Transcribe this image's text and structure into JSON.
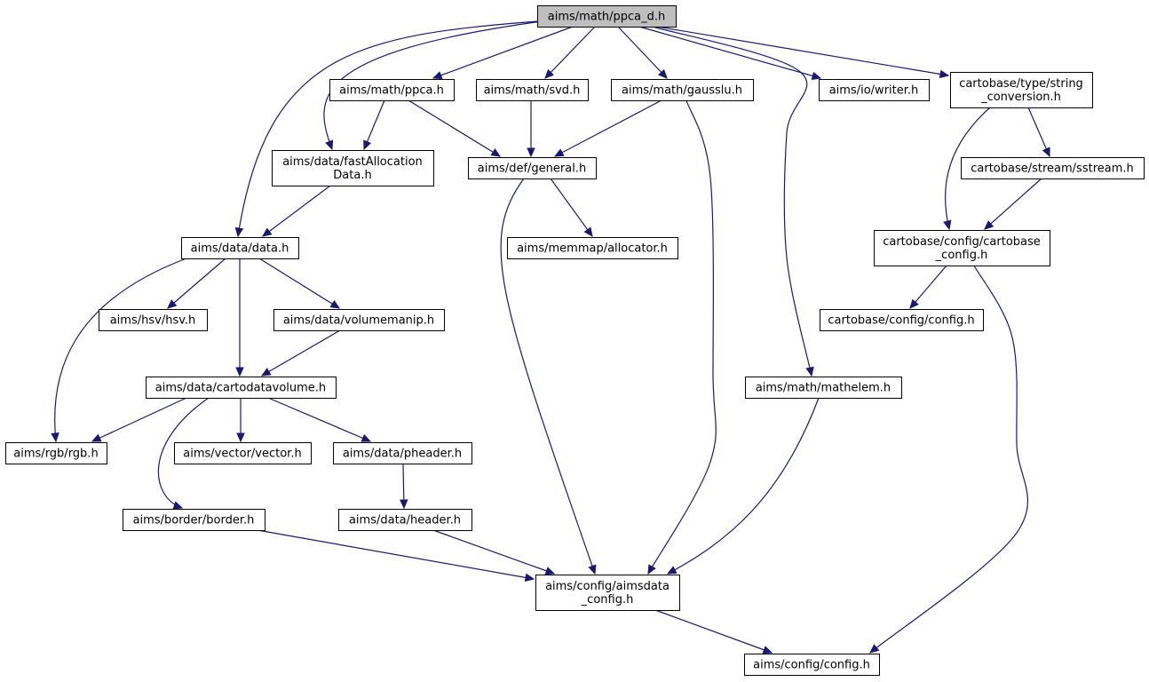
{
  "colors": {
    "edge": "#191970",
    "root_fill": "#bfbfbf",
    "node_fill": "#ffffff",
    "node_border": "#000000"
  },
  "nodes": [
    {
      "id": "ppca_d",
      "lines": [
        "aims/math/ppca_d.h"
      ],
      "root": true
    },
    {
      "id": "ppca",
      "lines": [
        "aims/math/ppca.h"
      ]
    },
    {
      "id": "svd",
      "lines": [
        "aims/math/svd.h"
      ]
    },
    {
      "id": "gausslu",
      "lines": [
        "aims/math/gausslu.h"
      ]
    },
    {
      "id": "writer",
      "lines": [
        "aims/io/writer.h"
      ]
    },
    {
      "id": "string_conversion",
      "lines": [
        "cartobase/type/string",
        "_conversion.h"
      ]
    },
    {
      "id": "fastalloc",
      "lines": [
        "aims/data/fastAllocation",
        "Data.h"
      ]
    },
    {
      "id": "general",
      "lines": [
        "aims/def/general.h"
      ]
    },
    {
      "id": "sstream",
      "lines": [
        "cartobase/stream/sstream.h"
      ]
    },
    {
      "id": "data",
      "lines": [
        "aims/data/data.h"
      ]
    },
    {
      "id": "allocator",
      "lines": [
        "aims/memmap/allocator.h"
      ]
    },
    {
      "id": "cartobase_config",
      "lines": [
        "cartobase/config/cartobase",
        "_config.h"
      ]
    },
    {
      "id": "hsv",
      "lines": [
        "aims/hsv/hsv.h"
      ]
    },
    {
      "id": "volumemanip",
      "lines": [
        "aims/data/volumemanip.h"
      ]
    },
    {
      "id": "cb_config",
      "lines": [
        "cartobase/config/config.h"
      ]
    },
    {
      "id": "cartodatavolume",
      "lines": [
        "aims/data/cartodatavolume.h"
      ]
    },
    {
      "id": "mathelem",
      "lines": [
        "aims/math/mathelem.h"
      ]
    },
    {
      "id": "rgb",
      "lines": [
        "aims/rgb/rgb.h"
      ]
    },
    {
      "id": "vector",
      "lines": [
        "aims/vector/vector.h"
      ]
    },
    {
      "id": "pheader",
      "lines": [
        "aims/data/pheader.h"
      ]
    },
    {
      "id": "border",
      "lines": [
        "aims/border/border.h"
      ]
    },
    {
      "id": "header",
      "lines": [
        "aims/data/header.h"
      ]
    },
    {
      "id": "aimsdata_config",
      "lines": [
        "aims/config/aimsdata",
        "_config.h"
      ]
    },
    {
      "id": "aims_config",
      "lines": [
        "aims/config/config.h"
      ]
    }
  ],
  "edges": [
    [
      "ppca_d",
      "ppca"
    ],
    [
      "ppca_d",
      "svd"
    ],
    [
      "ppca_d",
      "gausslu"
    ],
    [
      "ppca_d",
      "writer"
    ],
    [
      "ppca_d",
      "string_conversion"
    ],
    [
      "ppca_d",
      "fastalloc"
    ],
    [
      "ppca_d",
      "data"
    ],
    [
      "ppca_d",
      "mathelem"
    ],
    [
      "ppca",
      "fastalloc"
    ],
    [
      "ppca",
      "general"
    ],
    [
      "svd",
      "general"
    ],
    [
      "gausslu",
      "general"
    ],
    [
      "gausslu",
      "aimsdata_config"
    ],
    [
      "fastalloc",
      "data"
    ],
    [
      "general",
      "allocator"
    ],
    [
      "general",
      "aimsdata_config"
    ],
    [
      "string_conversion",
      "sstream"
    ],
    [
      "string_conversion",
      "cartobase_config"
    ],
    [
      "sstream",
      "cartobase_config"
    ],
    [
      "cartobase_config",
      "cb_config"
    ],
    [
      "cartobase_config",
      "aims_config"
    ],
    [
      "data",
      "hsv"
    ],
    [
      "data",
      "volumemanip"
    ],
    [
      "data",
      "cartodatavolume"
    ],
    [
      "data",
      "rgb"
    ],
    [
      "volumemanip",
      "cartodatavolume"
    ],
    [
      "cartodatavolume",
      "rgb"
    ],
    [
      "cartodatavolume",
      "vector"
    ],
    [
      "cartodatavolume",
      "pheader"
    ],
    [
      "cartodatavolume",
      "border"
    ],
    [
      "pheader",
      "header"
    ],
    [
      "header",
      "aimsdata_config"
    ],
    [
      "border",
      "aimsdata_config"
    ],
    [
      "mathelem",
      "aimsdata_config"
    ],
    [
      "aimsdata_config",
      "aims_config"
    ]
  ]
}
